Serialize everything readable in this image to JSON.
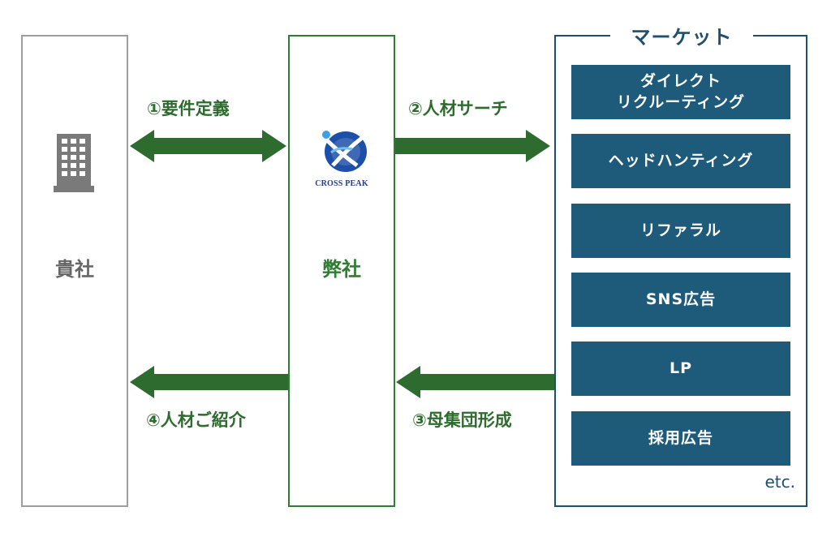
{
  "client": {
    "label": "貴社",
    "icon": "building-icon"
  },
  "company": {
    "label": "弊社",
    "logo_text": "CROSS PEAK"
  },
  "market": {
    "title": "マーケット",
    "items": [
      {
        "line1": "ダイレクト",
        "line2": "リクルーティング"
      },
      {
        "line1": "ヘッドハンティング",
        "line2": ""
      },
      {
        "line1": "リファラル",
        "line2": ""
      },
      {
        "line1": "SNS広告",
        "line2": ""
      },
      {
        "line1": "LP",
        "line2": ""
      },
      {
        "line1": "採用広告",
        "line2": ""
      }
    ],
    "etc": "etc."
  },
  "steps": {
    "step1": "①要件定義",
    "step2": "②人材サーチ",
    "step3": "③母集団形成",
    "step4": "④人材ご紹介"
  },
  "colors": {
    "arrow_green": "#2e6b2e",
    "company_green": "#2e7d32",
    "market_navy": "#1e5a7a",
    "client_gray": "#9e9e9e"
  }
}
